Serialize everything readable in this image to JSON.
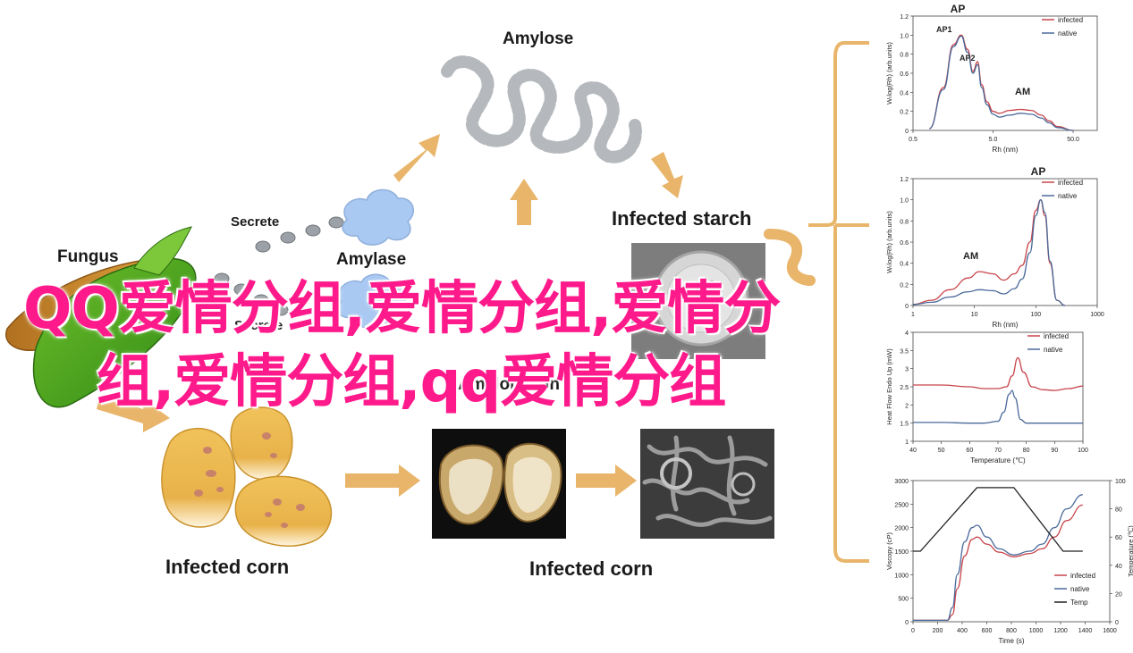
{
  "diagram": {
    "labels": {
      "amylose": "Amylose",
      "secrete_top": "Secrete",
      "fungus": "Fungus",
      "amylase": "Amylase",
      "secrete_bottom": "Secrete",
      "amylopectin": "Amylopectin",
      "infected_starch": "Infected starch",
      "infected_corn_left": "Infected corn",
      "infected_corn_right": "Infected corn"
    },
    "colors": {
      "arrow": "#e8b56a",
      "bracket": "#e8b56a",
      "cloud": "#a9c8f2",
      "bead": "#8a9096",
      "kernel": "#e9b84a"
    }
  },
  "overlay": {
    "line1": "QQ爱情分组,爱情分组,爱情分",
    "line2": "组,爱情分组,qq爱情分组",
    "color": "#ff1a8c"
  },
  "charts": [
    {
      "title": "AP",
      "peak_labels": [
        "AP1",
        "AP2",
        "AM"
      ],
      "legend": [
        "infected",
        "native"
      ],
      "ylabel": "Wₜlog(Rh) (arb.units)",
      "xlabel": "Rh (nm)",
      "xticks": [
        "0.5",
        "5.0",
        "50.0"
      ],
      "yticks": [
        "0",
        "0.2",
        "0.4",
        "0.6",
        "0.8",
        "1.0",
        "1.2"
      ]
    },
    {
      "title": "AP",
      "peak_labels": [
        "AM"
      ],
      "legend": [
        "infected",
        "native"
      ],
      "ylabel": "Wₜlog(Rh) (arb.units)",
      "xlabel": "Rh (nm)",
      "xticks": [
        "1",
        "10",
        "100",
        "1000"
      ],
      "yticks": [
        "0",
        "0.2",
        "0.4",
        "0.6",
        "0.8",
        "1.0",
        "1.2"
      ]
    },
    {
      "legend": [
        "infected",
        "native"
      ],
      "ylabel": "Heat Flow Endo Up (mW)",
      "xlabel": "Temperature (℃)",
      "xticks": [
        "40",
        "50",
        "60",
        "70",
        "80",
        "90",
        "100"
      ],
      "yticks": [
        "1",
        "1.5",
        "2",
        "2.5",
        "3",
        "3.5",
        "4"
      ]
    },
    {
      "legend": [
        "infected",
        "native",
        "Temp"
      ],
      "ylabel": "Viscopy (cP)",
      "ylabel_right": "Temperature (℃)",
      "xlabel": "Time (s)",
      "xticks": [
        "0",
        "200",
        "400",
        "600",
        "800",
        "1000",
        "1200",
        "1400",
        "1600"
      ],
      "yticks": [
        "0",
        "500",
        "1000",
        "1500",
        "2000",
        "2500",
        "3000"
      ],
      "yticks_right": [
        "0",
        "20",
        "40",
        "60",
        "80",
        "100"
      ]
    }
  ],
  "chart_data": [
    {
      "type": "line",
      "title": "AP",
      "xlabel": "Rh (nm)",
      "ylabel": "Wₜlog(Rh) (arb.units)",
      "xscale": "log",
      "xlim": [
        0.5,
        100
      ],
      "ylim": [
        0,
        1.2
      ],
      "legend_position": "top-right",
      "series": [
        {
          "name": "infected",
          "color": "#c8444a",
          "x": [
            0.8,
            1.2,
            1.6,
            2.0,
            2.4,
            2.8,
            3.2,
            3.6,
            4.2,
            5.0,
            6.0,
            8.0,
            11,
            15,
            20,
            25,
            32,
            50
          ],
          "y": [
            0.02,
            0.45,
            0.9,
            1.0,
            0.85,
            0.62,
            0.72,
            0.48,
            0.3,
            0.2,
            0.18,
            0.21,
            0.22,
            0.21,
            0.16,
            0.1,
            0.04,
            0.0
          ]
        },
        {
          "name": "native",
          "color": "#4a6a9a",
          "x": [
            0.8,
            1.2,
            1.6,
            2.0,
            2.4,
            2.8,
            3.2,
            3.6,
            4.2,
            5.0,
            6.0,
            8.0,
            11,
            15,
            20,
            25,
            32,
            50
          ],
          "y": [
            0.02,
            0.43,
            0.88,
            0.99,
            0.82,
            0.6,
            0.69,
            0.45,
            0.27,
            0.17,
            0.14,
            0.16,
            0.18,
            0.17,
            0.13,
            0.08,
            0.03,
            0.0
          ]
        }
      ]
    },
    {
      "type": "line",
      "title": "AP",
      "xlabel": "Rh (nm)",
      "ylabel": "Wₜlog(Rh) (arb.units)",
      "xscale": "log",
      "xlim": [
        1,
        1000
      ],
      "ylim": [
        0,
        1.2
      ],
      "legend_position": "top-right",
      "series": [
        {
          "name": "infected",
          "color": "#c8444a",
          "x": [
            1,
            2,
            4,
            8,
            12,
            20,
            30,
            45,
            60,
            80,
            100,
            120,
            140,
            170,
            220,
            300
          ],
          "y": [
            0.01,
            0.05,
            0.15,
            0.26,
            0.32,
            0.3,
            0.24,
            0.3,
            0.38,
            0.6,
            0.9,
            1.0,
            0.85,
            0.4,
            0.05,
            0.0
          ]
        },
        {
          "name": "native",
          "color": "#4a6a9a",
          "x": [
            1,
            2,
            4,
            8,
            12,
            20,
            30,
            45,
            60,
            80,
            100,
            120,
            140,
            170,
            220,
            300
          ],
          "y": [
            0.01,
            0.03,
            0.08,
            0.13,
            0.15,
            0.14,
            0.11,
            0.16,
            0.25,
            0.5,
            0.85,
            1.0,
            0.88,
            0.42,
            0.05,
            0.0
          ]
        }
      ]
    },
    {
      "type": "line",
      "xlabel": "Temperature (℃)",
      "ylabel": "Heat Flow Endo Up (mW)",
      "xlim": [
        40,
        100
      ],
      "ylim": [
        1,
        4
      ],
      "legend_position": "top-right",
      "series": [
        {
          "name": "infected",
          "color": "#c8444a",
          "x": [
            40,
            50,
            60,
            65,
            70,
            73,
            75,
            77,
            79,
            82,
            86,
            90,
            95,
            100
          ],
          "y": [
            2.55,
            2.55,
            2.5,
            2.45,
            2.45,
            2.5,
            2.8,
            3.3,
            2.9,
            2.5,
            2.42,
            2.4,
            2.45,
            2.52
          ]
        },
        {
          "name": "native",
          "color": "#4a6a9a",
          "x": [
            40,
            50,
            60,
            65,
            70,
            72,
            74,
            75,
            76,
            78,
            80,
            90,
            100
          ],
          "y": [
            1.52,
            1.52,
            1.5,
            1.5,
            1.55,
            1.8,
            2.3,
            2.4,
            2.2,
            1.6,
            1.5,
            1.5,
            1.5
          ]
        }
      ]
    },
    {
      "type": "line",
      "xlabel": "Time (s)",
      "ylabel": "Viscopy (cP)",
      "ylabel_right": "Temperature (℃)",
      "xlim": [
        0,
        1600
      ],
      "ylim": [
        0,
        3000
      ],
      "ylim_right": [
        0,
        100
      ],
      "legend_position": "bottom-right",
      "series": [
        {
          "name": "infected",
          "color": "#c8444a",
          "axis": "left",
          "x": [
            0,
            280,
            320,
            360,
            420,
            480,
            520,
            600,
            700,
            820,
            950,
            1050,
            1150,
            1250,
            1380
          ],
          "y": [
            30,
            30,
            150,
            700,
            1400,
            1750,
            1800,
            1650,
            1480,
            1380,
            1450,
            1550,
            1800,
            2150,
            2480
          ]
        },
        {
          "name": "native",
          "color": "#4a6a9a",
          "axis": "left",
          "x": [
            0,
            280,
            320,
            360,
            420,
            480,
            520,
            600,
            700,
            820,
            950,
            1050,
            1150,
            1250,
            1380
          ],
          "y": [
            30,
            30,
            300,
            1000,
            1700,
            2000,
            2050,
            1800,
            1550,
            1420,
            1500,
            1650,
            2000,
            2400,
            2700
          ]
        },
        {
          "name": "Temp",
          "color": "#222222",
          "axis": "right",
          "x": [
            0,
            60,
            520,
            820,
            1220,
            1380
          ],
          "y": [
            50,
            50,
            95,
            95,
            50,
            50
          ]
        }
      ]
    }
  ]
}
